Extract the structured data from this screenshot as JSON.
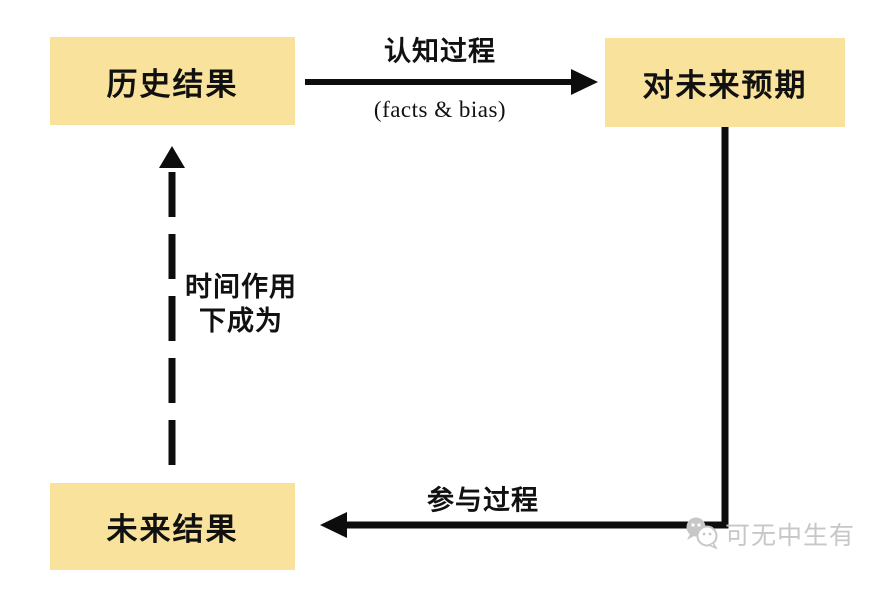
{
  "nodes": {
    "history": {
      "label": "历史结果"
    },
    "expectation": {
      "label": "对未来预期"
    },
    "future": {
      "label": "未来结果"
    }
  },
  "edges": {
    "cognition": {
      "label": "认知过程",
      "sublabel": "(facts & bias)",
      "style": "solid",
      "from": "history",
      "to": "expectation"
    },
    "participation": {
      "label": "参与过程",
      "style": "solid",
      "from": "expectation",
      "to": "future"
    },
    "time": {
      "label_line1": "时间作用",
      "label_line2": "下成为",
      "style": "dashed",
      "from": "future",
      "to": "history"
    }
  },
  "watermark": {
    "text": "可无中生有"
  },
  "colors": {
    "background": "#ffffff",
    "box_fill": "#F9E29B",
    "line": "#0d0d0d",
    "text": "#111111",
    "watermark": "#c7c7c7"
  }
}
